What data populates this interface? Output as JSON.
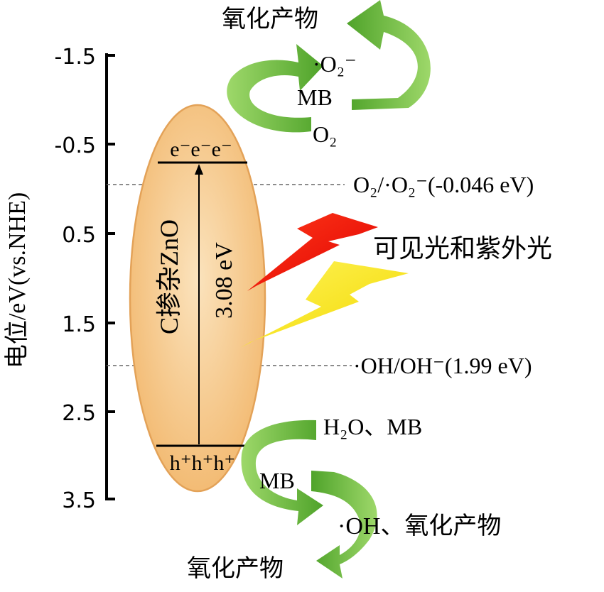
{
  "axis": {
    "label": "电位/eV(vs.NHE)",
    "ticks": [
      "-1.5",
      "-0.5",
      "0.5",
      "1.5",
      "2.5",
      "3.5"
    ]
  },
  "semiconductor": {
    "name": "C掺杂ZnO",
    "band_gap_label": "3.08 eV",
    "electrons": "e⁻e⁻e⁻",
    "holes": "h⁺h⁺h⁺"
  },
  "levels": {
    "o2_label": "O₂/·O₂⁻(-0.046 eV)",
    "oh_label": "·OH/OH⁻(1.99 eV)"
  },
  "light": {
    "label": "可见光和紫外光"
  },
  "cb_cycle": {
    "o2": "O₂",
    "superoxide": "·O₂⁻",
    "mb": "MB",
    "product": "氧化产物"
  },
  "vb_cycle": {
    "reactants": "H₂O、MB",
    "mb": "MB",
    "oh_product": "·OH、氧化产物",
    "product": "氧化产物"
  },
  "colors": {
    "ellipse_fill": "#f7c98a",
    "ellipse_stroke": "#e8a85a",
    "arrow_green": "#6fbf3c",
    "bolt_red": "#ff1a00",
    "bolt_yellow": "#ffee00"
  }
}
